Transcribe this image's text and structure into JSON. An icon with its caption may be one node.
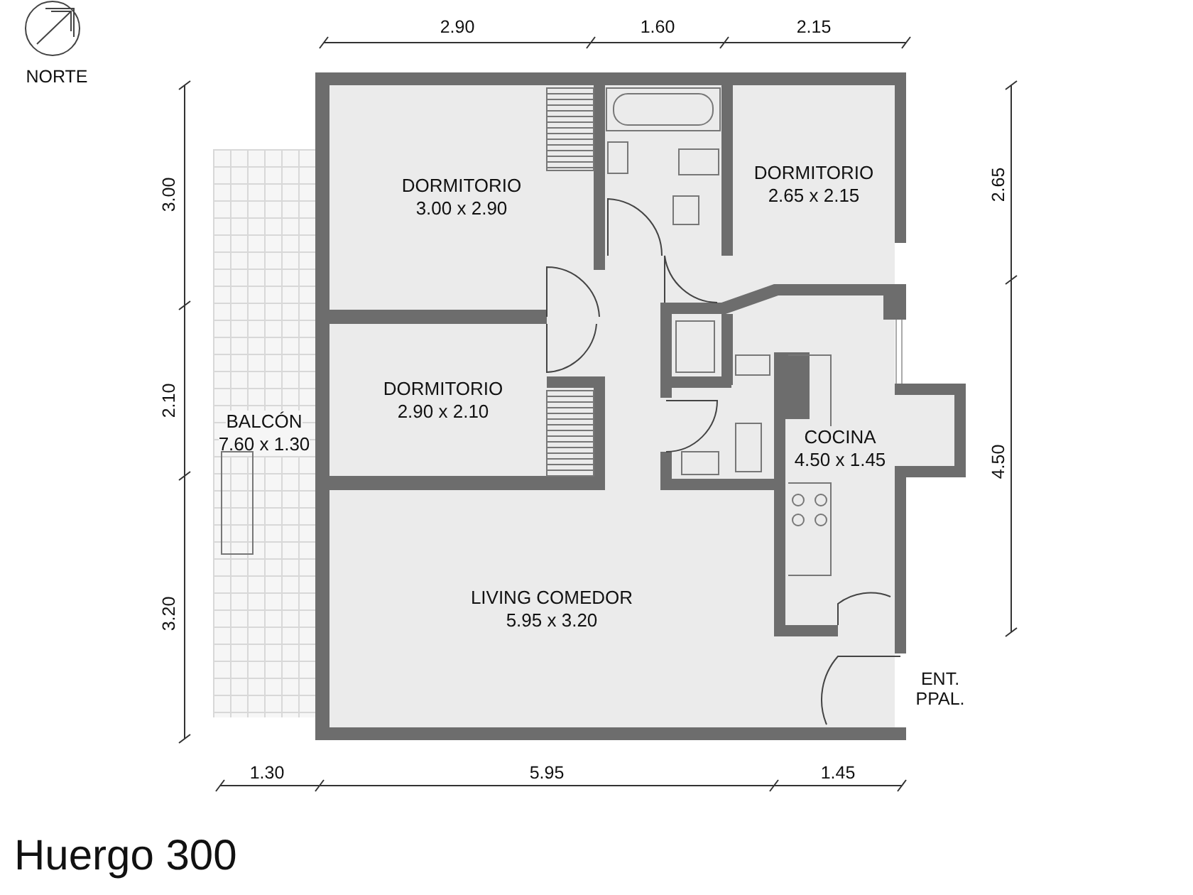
{
  "diagram": {
    "title": "Huergo 300",
    "nodes": [
      {
        "text": [
          "DORMITORIO",
          "3.00 x 2.90"
        ]
      },
      {
        "text": [
          "DORMITORIO",
          "2.65 x 2.15"
        ]
      },
      {
        "text": [
          "BALCÓN",
          "7.60 x 1.30"
        ]
      },
      {
        "text": [
          "DORMITORIO",
          "2.90 x 2.10"
        ]
      },
      {
        "text": [
          "COCINA",
          "4.50 x 1.45"
        ]
      },
      {
        "text": [
          "LIVING COMEDOR",
          "5.95 x 3.20"
        ]
      }
    ],
    "labels": [
      "2.90",
      "1.60",
      "2.15",
      "3.00",
      "2.65",
      "2.10",
      "4.50",
      "3.20",
      "1.30",
      "5.95",
      "1.45",
      "NORTE",
      "ENT. PPAL."
    ]
  }
}
